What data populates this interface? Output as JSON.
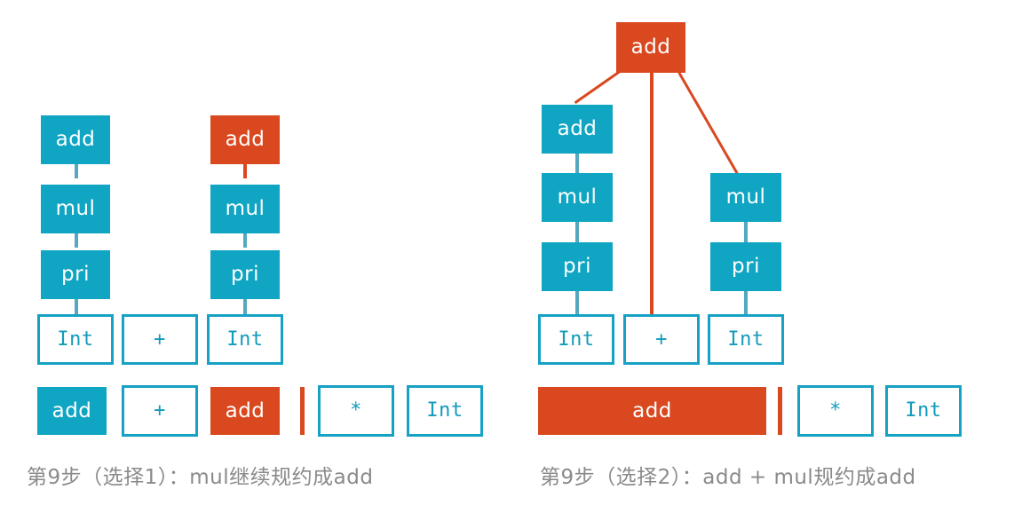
{
  "colors": {
    "teal_fill": "#0fa5c3",
    "teal_outline": "#16a2c4",
    "teal_text": "#139bbb",
    "red_fill": "#d9481f",
    "edge_teal": "#55a8bf",
    "caption_gray": "#8a8a8a",
    "background": "#ffffff"
  },
  "left_panel": {
    "caption": "第9步（选择1）：mul继续规约成add",
    "tree": {
      "left_branch": [
        {
          "label": "add",
          "style": "fill-teal"
        },
        {
          "label": "mul",
          "style": "fill-teal"
        },
        {
          "label": "pri",
          "style": "fill-teal"
        },
        {
          "label": "Int",
          "style": "outline"
        }
      ],
      "middle_branch": [
        {
          "label": "+",
          "style": "outline"
        }
      ],
      "right_branch": [
        {
          "label": "add",
          "style": "fill-red"
        },
        {
          "label": "mul",
          "style": "fill-teal"
        },
        {
          "label": "pri",
          "style": "fill-teal"
        },
        {
          "label": "Int",
          "style": "outline"
        }
      ]
    },
    "stack_row": [
      {
        "label": "add",
        "style": "fill-teal"
      },
      {
        "label": "+",
        "style": "outline"
      },
      {
        "label": "add",
        "style": "fill-red"
      },
      {
        "label": "cursor",
        "style": "cursor"
      },
      {
        "label": "*",
        "style": "outline"
      },
      {
        "label": "Int",
        "style": "outline"
      }
    ]
  },
  "right_panel": {
    "caption": "第9步（选择2）：add + mul规约成add",
    "tree": {
      "root": {
        "label": "add",
        "style": "fill-red"
      },
      "left_branch": [
        {
          "label": "add",
          "style": "fill-teal"
        },
        {
          "label": "mul",
          "style": "fill-teal"
        },
        {
          "label": "pri",
          "style": "fill-teal"
        },
        {
          "label": "Int",
          "style": "outline"
        }
      ],
      "middle_branch": [
        {
          "label": "+",
          "style": "outline"
        }
      ],
      "right_branch": [
        {
          "label": "mul",
          "style": "fill-teal"
        },
        {
          "label": "pri",
          "style": "fill-teal"
        },
        {
          "label": "Int",
          "style": "outline"
        }
      ]
    },
    "stack_row": [
      {
        "label": "add",
        "style": "fill-red-wide"
      },
      {
        "label": "cursor",
        "style": "cursor"
      },
      {
        "label": "*",
        "style": "outline"
      },
      {
        "label": "Int",
        "style": "outline"
      }
    ]
  }
}
